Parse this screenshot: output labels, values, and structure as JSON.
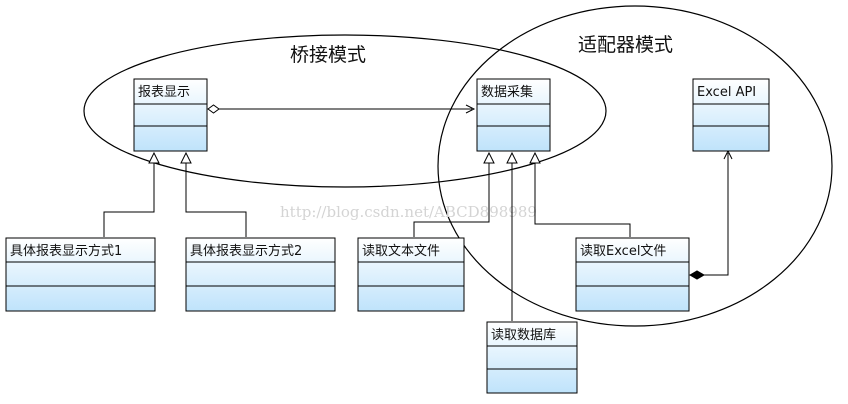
{
  "regions": {
    "bridge": {
      "title": "桥接模式"
    },
    "adapter": {
      "title": "适配器模式"
    }
  },
  "classes": {
    "report_display": {
      "name": "报表显示"
    },
    "data_collect": {
      "name": "数据采集"
    },
    "excel_api": {
      "name": "Excel API"
    },
    "concrete_display_1": {
      "name": "具体报表显示方式1"
    },
    "concrete_display_2": {
      "name": "具体报表显示方式2"
    },
    "read_text_file": {
      "name": "读取文本文件"
    },
    "read_excel_file": {
      "name": "读取Excel文件"
    },
    "read_database": {
      "name": "读取数据库"
    }
  },
  "watermark": "http://blog.csdn.net/ABCD898989",
  "colors": {
    "box_fill_top": "#ffffff",
    "box_fill_bottom": "#bfe3fb",
    "line": "#000000"
  }
}
